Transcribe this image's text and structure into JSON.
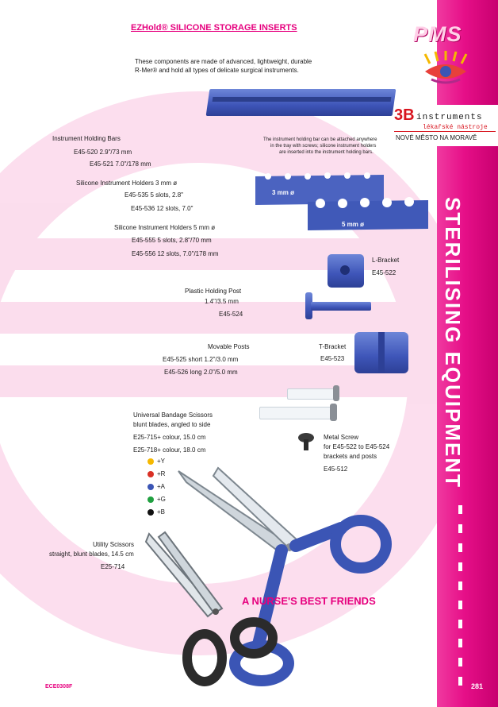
{
  "colors": {
    "accent": "#e6007e",
    "blue": "#3b55b5",
    "white": "#ffffff"
  },
  "header": {
    "title": "EZHold® SILICONE STORAGE INSERTS"
  },
  "intro": {
    "line1": "These components are made of advanced, lightweight, durable",
    "line2": "R-Mer® and hold all types of delicate surgical instruments."
  },
  "holding_bars": {
    "title": "Instrument Holding Bars",
    "item1": "E45-520   2.9\"/73 mm",
    "item2": "E45-521  7.0\"/178 mm"
  },
  "note": {
    "line1": "The instrument holding bar can be attached anywhere",
    "line2": "in the tray with screws; silicone instrument holders",
    "line3": "are inserted into the instrument holding bars."
  },
  "brand": {
    "logo_text": "3B",
    "name": "instruments",
    "subtitle": "lékařské nástroje",
    "city": "NOVÉ MĚSTO NA MORAVĚ",
    "pms": "PMS"
  },
  "holders3": {
    "title": "Silicone Instrument Holders  3 mm ø",
    "item1": "E45-535   5 slots, 2.8\"",
    "item2": "E45-536   12 slots, 7.0\"",
    "label": "3 mm ø"
  },
  "holders5": {
    "title": "Silicone Instrument Holders 5 mm ø",
    "item1": "E45-555   5 slots, 2.8\"/70 mm",
    "item2": "E45-556  12 slots, 7.0\"/178 mm",
    "label": "5 mm ø"
  },
  "lbracket": {
    "title": "L-Bracket",
    "code": "E45-522"
  },
  "post": {
    "title": "Plastic Holding Post",
    "size": "1.4\"/3.5 mm",
    "code": "E45-524"
  },
  "tbracket": {
    "title": "T-Bracket",
    "code": "E45-523"
  },
  "movable": {
    "title": "Movable Posts",
    "item1": "E45-525  short 1.2\"/3.0 mm",
    "item2": "E45-526  long 2.0\"/5.0 mm"
  },
  "screw": {
    "line1": "Metal Screw",
    "line2": "for E45-522 to E45-524",
    "line3": "brackets and posts",
    "code": "E45-512"
  },
  "bandage": {
    "title": "Universal Bandage Scissors",
    "subtitle": "blunt blades, angled to side",
    "item1": "E25-715+ colour,  15.0 cm",
    "item2": "E25-718+ colour,  18.0 cm",
    "colours": [
      {
        "label": "+Y",
        "color": "#f5b800"
      },
      {
        "label": "+R",
        "color": "#d93025"
      },
      {
        "label": "+A",
        "color": "#3b55b5"
      },
      {
        "label": "+G",
        "color": "#20a040"
      },
      {
        "label": "+B",
        "color": "#111111"
      }
    ]
  },
  "utility": {
    "title": "Utility Scissors",
    "subtitle": "straight, blunt blades, 14.5 cm",
    "code": "E25-714"
  },
  "slogan": "A NURSE'S BEST FRIENDS",
  "side_title": "STERILISING EQUIPMENT",
  "footer": {
    "code": "ECE0308F",
    "page": "281"
  }
}
